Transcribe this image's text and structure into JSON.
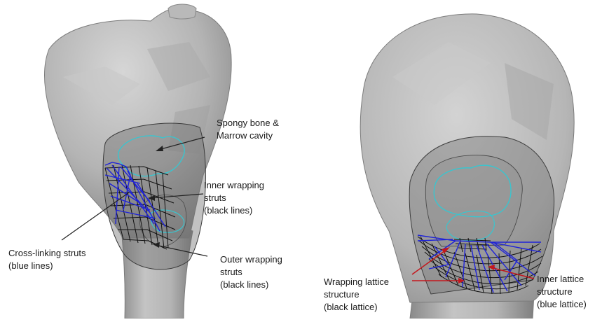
{
  "left_panel": {
    "labels": {
      "spongy_bone": [
        "Spongy bone &",
        "Marrow cavity"
      ],
      "inner_wrapping": [
        "Inner wrapping",
        "struts",
        "(black lines)"
      ],
      "cross_linking": [
        "Cross-linking struts",
        "(blue lines)"
      ],
      "outer_wrapping": [
        "Outer wrapping",
        "struts",
        "(black lines)"
      ]
    }
  },
  "right_panel": {
    "labels": {
      "wrapping_lattice": [
        "Wrapping lattice",
        "structure",
        "(black lattice)"
      ],
      "inner_lattice": [
        "Inner lattice",
        "structure",
        "(blue lattice)"
      ]
    }
  },
  "colors": {
    "bone_light": "#d2d2d2",
    "bone_dark": "#8e8e8e",
    "marrow_outline": "#39c5cf",
    "cross_struts": "#1e22d8",
    "wrap_struts": "#111111",
    "leader_dark": "#222222",
    "leader_red": "#c4171d"
  }
}
